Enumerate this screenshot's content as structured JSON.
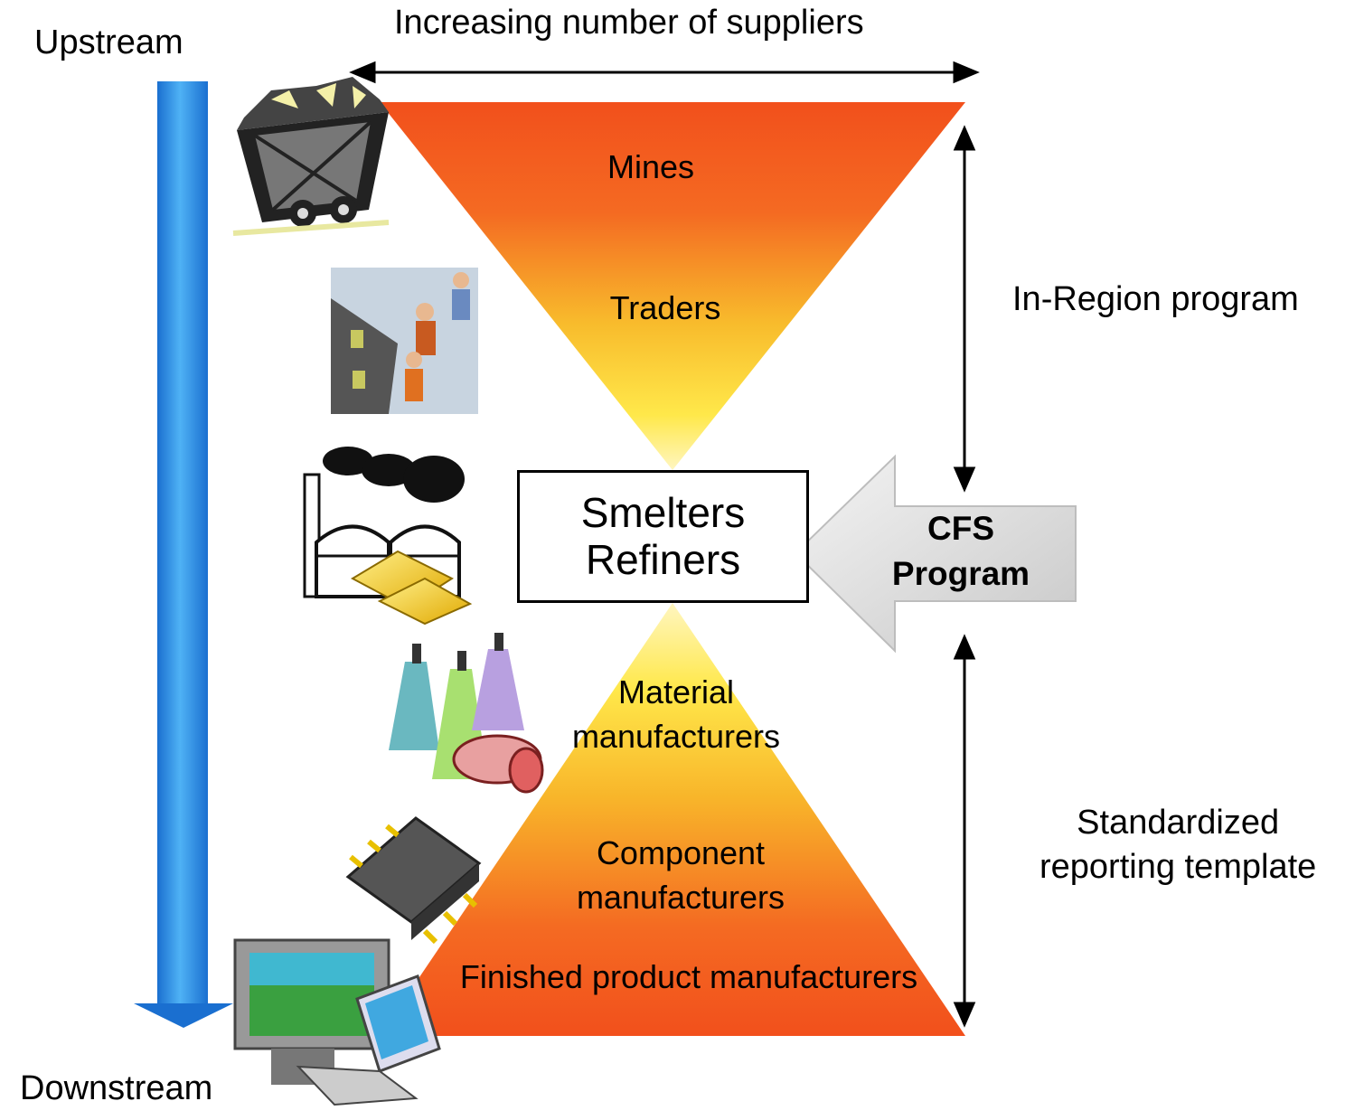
{
  "labels": {
    "upstream": "Upstream",
    "downstream": "Downstream",
    "top_note": "Increasing number of suppliers",
    "in_region": "In-Region program",
    "standardized_line1": "Standardized",
    "standardized_line2": "reporting template"
  },
  "stages": {
    "mines": "Mines",
    "traders": "Traders",
    "smelters_line1": "Smelters",
    "smelters_line2": "Refiners",
    "material_line1": "Material",
    "material_line2": "manufacturers",
    "component_line1": "Component",
    "component_line2": "manufacturers",
    "finished": "Finished product manufacturers"
  },
  "cfs": {
    "line1": "CFS",
    "line2": "Program"
  },
  "colors": {
    "funnel_dark": "#f25020",
    "funnel_light": "#ffe84a",
    "stream_arrow": "#2f8ee0",
    "cfs_arrow": "#d9d9d9"
  },
  "icons": [
    "mine-cart-icon",
    "traders-icon",
    "smelter-factory-icon",
    "thread-spools-icon",
    "microchip-icon",
    "computer-icon"
  ]
}
